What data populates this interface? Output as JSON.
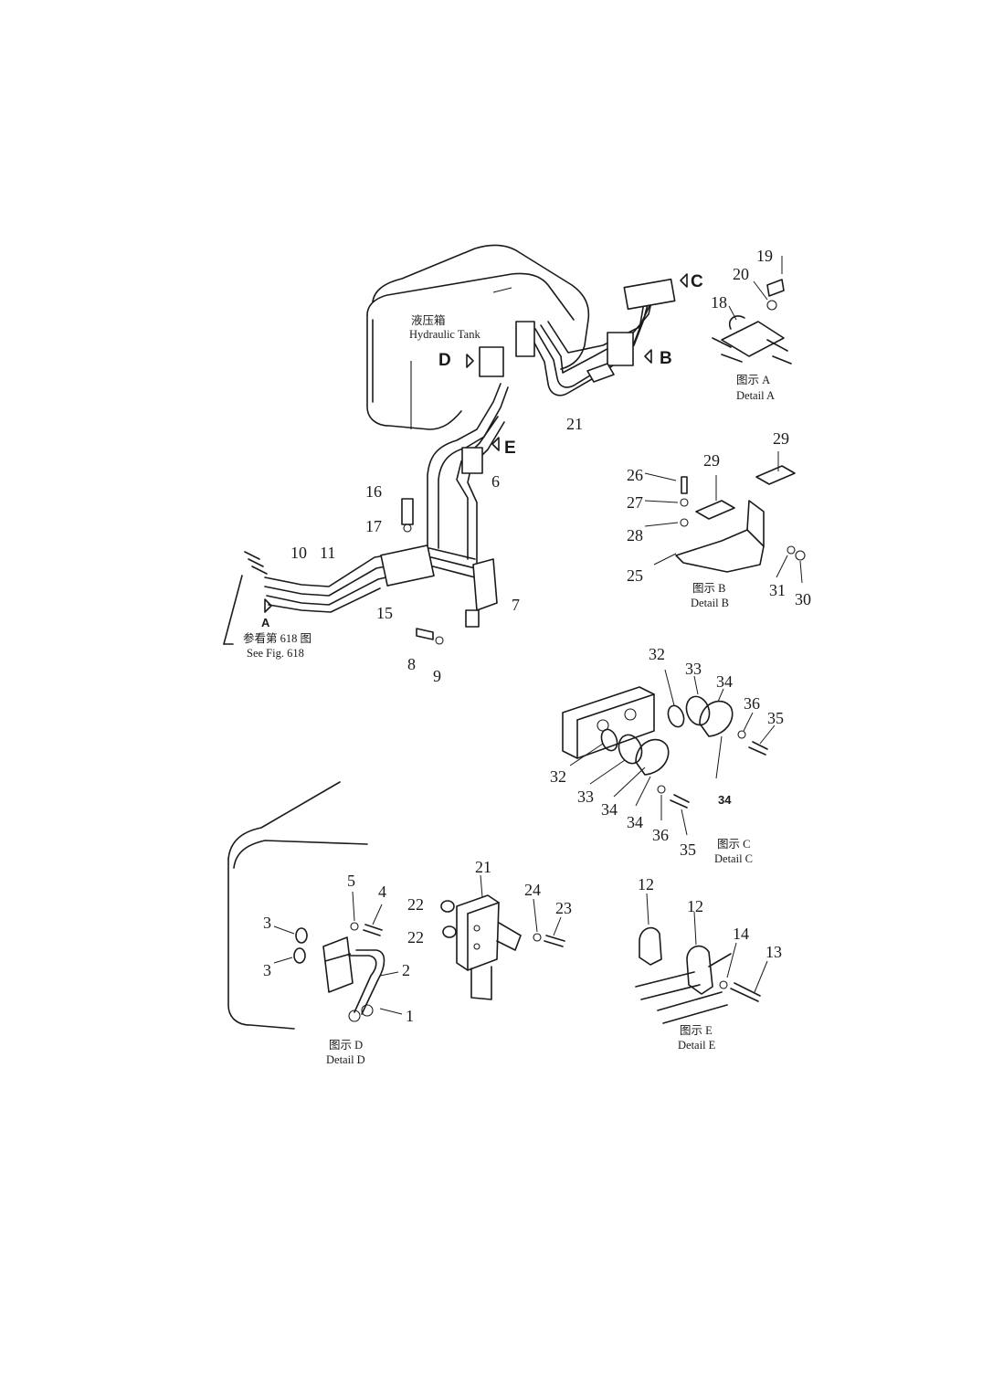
{
  "captions": {
    "tank_cn": "液压箱",
    "tank_en": "Hydraulic Tank",
    "see_cn": "参看第 618 图",
    "see_en": "See Fig. 618",
    "detail_a_cn": "图示 A",
    "detail_a_en": "Detail A",
    "detail_b_cn": "图示 B",
    "detail_b_en": "Detail B",
    "detail_c_cn": "图示 C",
    "detail_c_en": "Detail C",
    "detail_d_cn": "图示 D",
    "detail_d_en": "Detail D",
    "detail_e_cn": "图示 E",
    "detail_e_en": "Detail E"
  },
  "view_letters": {
    "a": "A",
    "b": "B",
    "c": "C",
    "d": "D",
    "e": "E"
  },
  "parts": {
    "p1": "1",
    "p2": "2",
    "p3a": "3",
    "p3b": "3",
    "p4": "4",
    "p5": "5",
    "p6": "6",
    "p7": "7",
    "p8": "8",
    "p9": "9",
    "p10": "10",
    "p11": "11",
    "p12a": "12",
    "p12b": "12",
    "p13": "13",
    "p14": "14",
    "p15": "15",
    "p16": "16",
    "p17": "17",
    "p18": "18",
    "p19": "19",
    "p20": "20",
    "p21": "21",
    "p21b": "21",
    "p22a": "22",
    "p22b": "22",
    "p23": "23",
    "p24": "24",
    "p25": "25",
    "p26": "26",
    "p27": "27",
    "p28": "28",
    "p29a": "29",
    "p29b": "29",
    "p30": "30",
    "p31": "31",
    "p32a": "32",
    "p32b": "32",
    "p33a": "33",
    "p33b": "33",
    "p34a": "34",
    "p34b": "34",
    "p34c": "34",
    "p34d": "34",
    "p35a": "35",
    "p35b": "35",
    "p36a": "36",
    "p36b": "36"
  }
}
